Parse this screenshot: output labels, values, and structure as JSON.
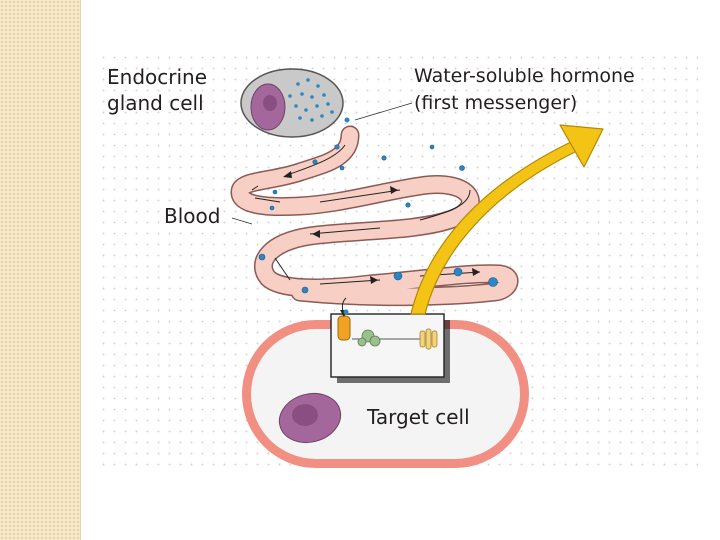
{
  "labels": {
    "gland_line1": "Endocrine",
    "gland_line2": "gland cell",
    "hormone_line1": "Water-soluble hormone",
    "hormone_line2": "(first messenger)",
    "blood": "Blood",
    "target": "Target cell"
  },
  "colors": {
    "strip": "#f3e4c2",
    "vessel_fill": "#f7cfc4",
    "vessel_edge": "#8b5a55",
    "hormone": "#2b86c5",
    "signal_arrow": "#f3c316",
    "target_rim": "#f08f82",
    "nucleus": "#a4679b",
    "gland_cytoplasm": "#c9c9c9",
    "receptor": "#f0a322"
  },
  "icons": [
    "hormone-dot",
    "receptor-icon",
    "g-protein-icon",
    "enzyme-icon",
    "signal-arrow"
  ]
}
